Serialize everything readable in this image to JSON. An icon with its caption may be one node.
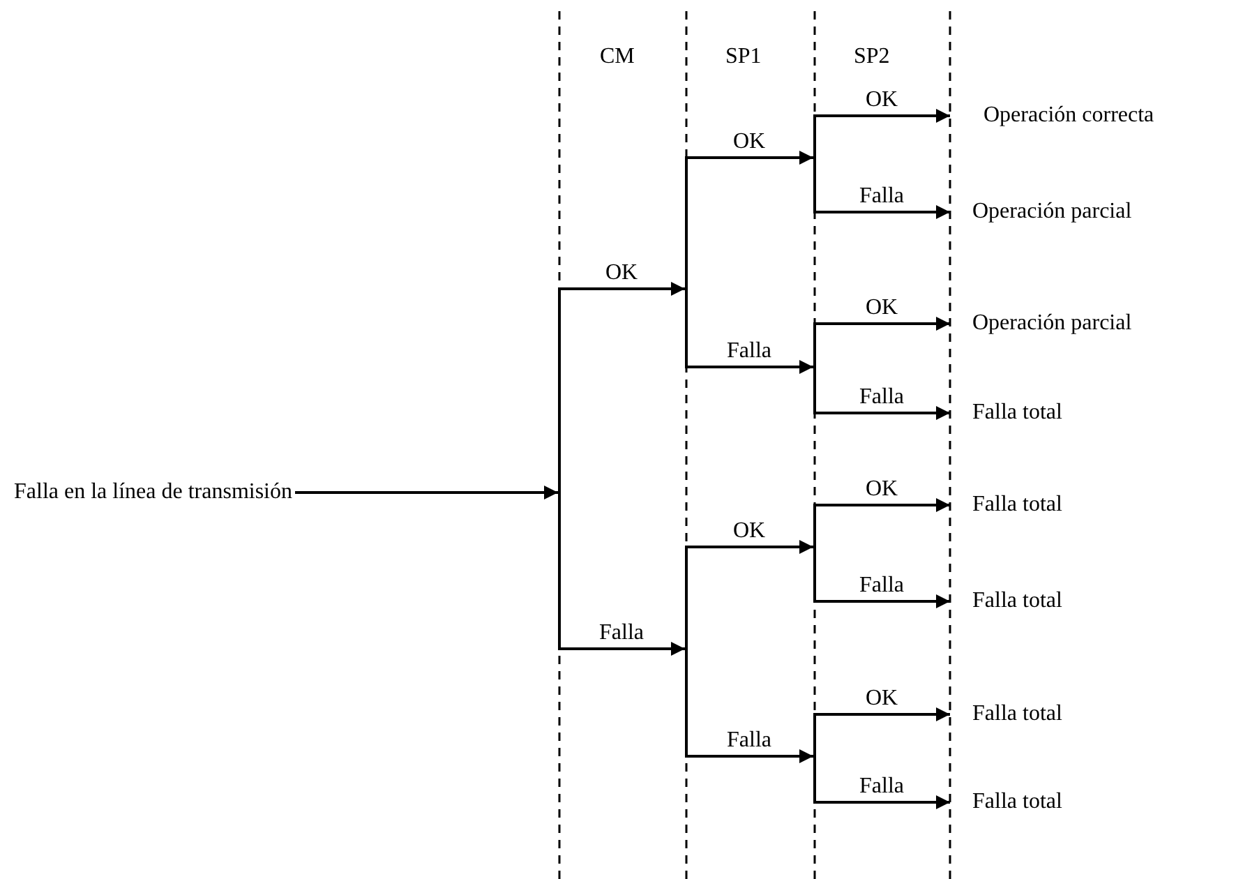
{
  "diagram": {
    "nodes": [
      {
        "text": [
          "Falla en la línea de transmisión"
        ]
      },
      {
        "text": [],
        "shape": "bar"
      },
      {
        "text": [],
        "shape": "bar"
      },
      {
        "text": [],
        "shape": "bar"
      },
      {
        "text": [],
        "shape": "bar"
      },
      {
        "text": [],
        "shape": "bar"
      },
      {
        "text": [],
        "shape": "bar"
      },
      {
        "text": [],
        "shape": "bar"
      },
      {
        "text": [
          "Operación correcta"
        ]
      },
      {
        "text": [
          "Operación parcial"
        ]
      },
      {
        "text": [
          "Operación parcial"
        ]
      },
      {
        "text": [
          "Falla total"
        ]
      },
      {
        "text": [
          "Falla total"
        ]
      },
      {
        "text": [
          "Falla total"
        ]
      },
      {
        "text": [
          "Falla total"
        ]
      },
      {
        "text": [
          "Falla total"
        ]
      }
    ],
    "edges": [
      {
        "from": 0,
        "to": 1,
        "arrow": "to"
      },
      {
        "from": 1,
        "to": 2,
        "arrow": "to",
        "label": "OK"
      },
      {
        "from": 1,
        "to": 3,
        "arrow": "to",
        "label": "Falla"
      },
      {
        "from": 2,
        "to": 4,
        "arrow": "to",
        "label": "OK"
      },
      {
        "from": 2,
        "to": 5,
        "arrow": "to",
        "label": "Falla"
      },
      {
        "from": 3,
        "to": 6,
        "arrow": "to",
        "label": "OK"
      },
      {
        "from": 3,
        "to": 7,
        "arrow": "to",
        "label": "Falla"
      },
      {
        "from": 4,
        "to": 8,
        "arrow": "to",
        "label": "OK"
      },
      {
        "from": 4,
        "to": 9,
        "arrow": "to",
        "label": "Falla"
      },
      {
        "from": 5,
        "to": 10,
        "arrow": "to",
        "label": "OK"
      },
      {
        "from": 5,
        "to": 11,
        "arrow": "to",
        "label": "Falla"
      },
      {
        "from": 6,
        "to": 12,
        "arrow": "to",
        "label": "OK"
      },
      {
        "from": 6,
        "to": 13,
        "arrow": "to",
        "label": "Falla"
      },
      {
        "from": 7,
        "to": 14,
        "arrow": "to",
        "label": "OK"
      },
      {
        "from": 7,
        "to": 15,
        "arrow": "to",
        "label": "Falla"
      }
    ],
    "labels": [
      "CM",
      "SP1",
      "SP2"
    ]
  }
}
